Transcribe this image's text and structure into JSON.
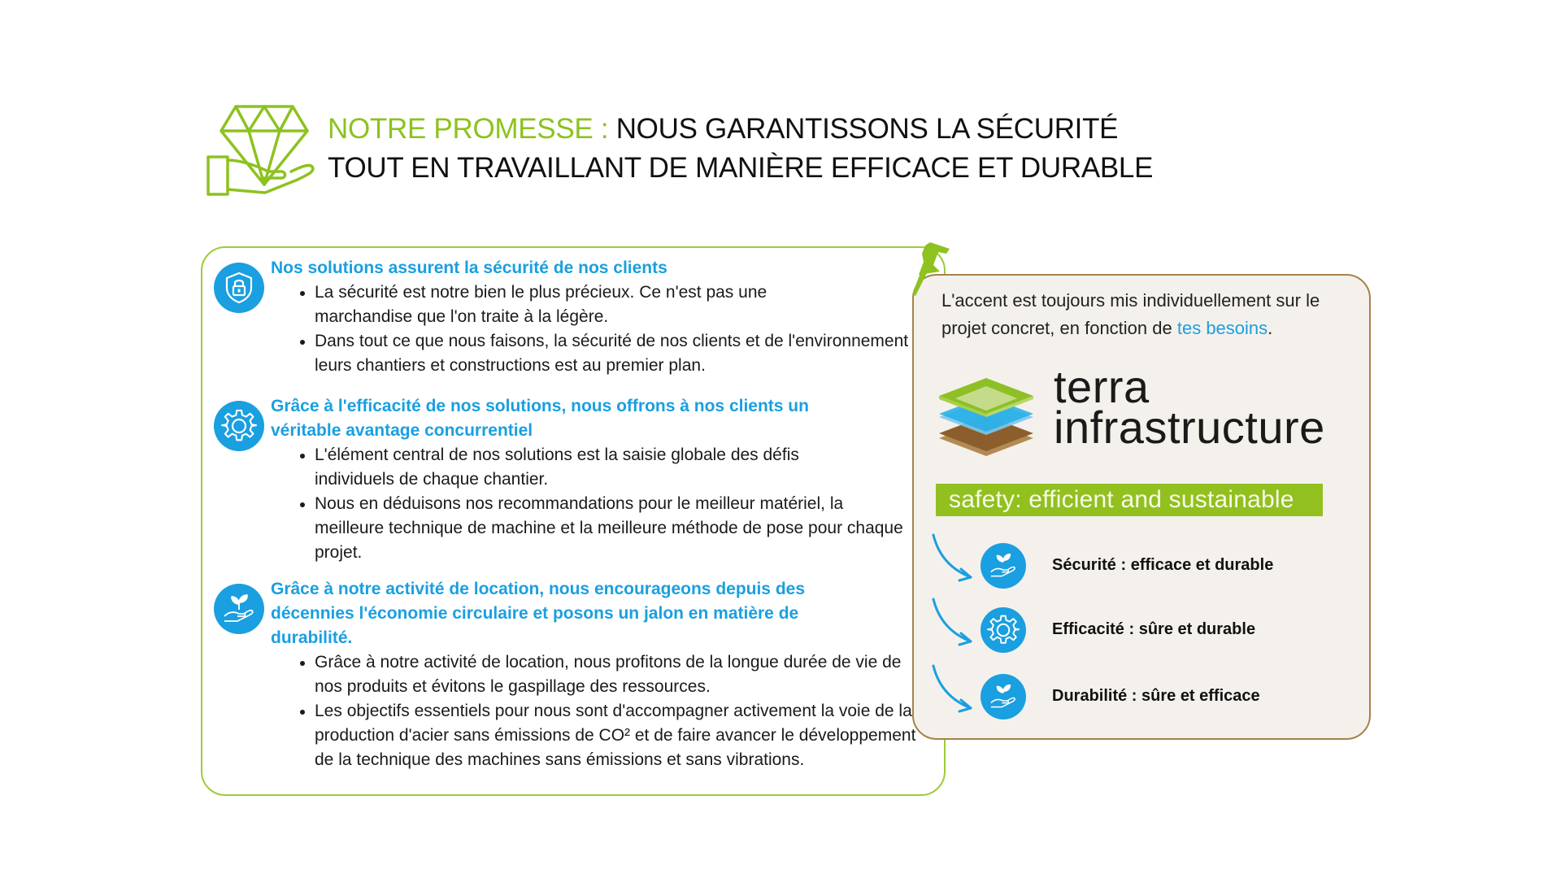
{
  "header": {
    "icon": "diamond-in-hand-icon",
    "title_accent": "NOTRE PROMESSE :",
    "title_line1_rest": " NOUS GARANTISSONS LA SÉCURITÉ",
    "title_line2": "TOUT EN TRAVAILLANT DE MANIÈRE EFFICACE ET DURABLE"
  },
  "colors": {
    "accent_green": "#8dc21f",
    "accent_blue": "#1a9fe0",
    "panel_border_brown": "#a5824a",
    "panel_bg": "#f4f1ec"
  },
  "sections": [
    {
      "icon": "shield-lock-icon",
      "title": "Nos solutions assurent la sécurité de nos clients",
      "bullets": [
        "La sécurité est notre bien le plus précieux. Ce n'est pas une marchandise que l'on traite à la légère.",
        "Dans tout ce que nous faisons, la sécurité de nos clients et de l'environnement de leurs chantiers et constructions est au premier plan."
      ]
    },
    {
      "icon": "gear-icon",
      "title": "Grâce à l'efficacité de nos solutions, nous offrons à nos clients un véritable avantage concurrentiel",
      "bullets": [
        "L'élément central de nos solutions est la saisie globale des défis individuels de chaque chantier.",
        "Nous en déduisons nos recommandations pour le meilleur matériel, la meilleure technique de machine et la meilleure méthode de pose pour chaque projet."
      ]
    },
    {
      "icon": "plant-in-hand-icon",
      "title": "Grâce à notre activité de location, nous encourageons depuis des décennies l'économie circulaire et posons un jalon en matière de durabilité.",
      "bullets": [
        "Grâce à notre activité de location, nous profitons de la longue durée de vie de nos produits et évitons le gaspillage des ressources.",
        "Les objectifs essentiels pour nous sont d'accompagner activement la voie de la production d'acier sans émissions de CO² et de faire avancer le développement de la technique des machines sans émissions et sans vibrations."
      ]
    }
  ],
  "panel": {
    "pin_icon": "pushpin-icon",
    "intro_text": "L'accent est toujours mis individuellement sur le projet concret, en fonction de ",
    "intro_link": "tes besoins",
    "intro_end": ".",
    "logo": {
      "icon": "layers-logo-icon",
      "line1": "terra",
      "line2": "infrastructure"
    },
    "tagline": "safety: efficient and sustainable",
    "benefits": [
      {
        "icon": "plant-in-hand-icon",
        "label": "Sécurité : efficace et durable"
      },
      {
        "icon": "gear-icon",
        "label": "Efficacité : sûre et durable"
      },
      {
        "icon": "plant-in-hand-icon",
        "label": "Durabilité : sûre et efficace"
      }
    ]
  }
}
